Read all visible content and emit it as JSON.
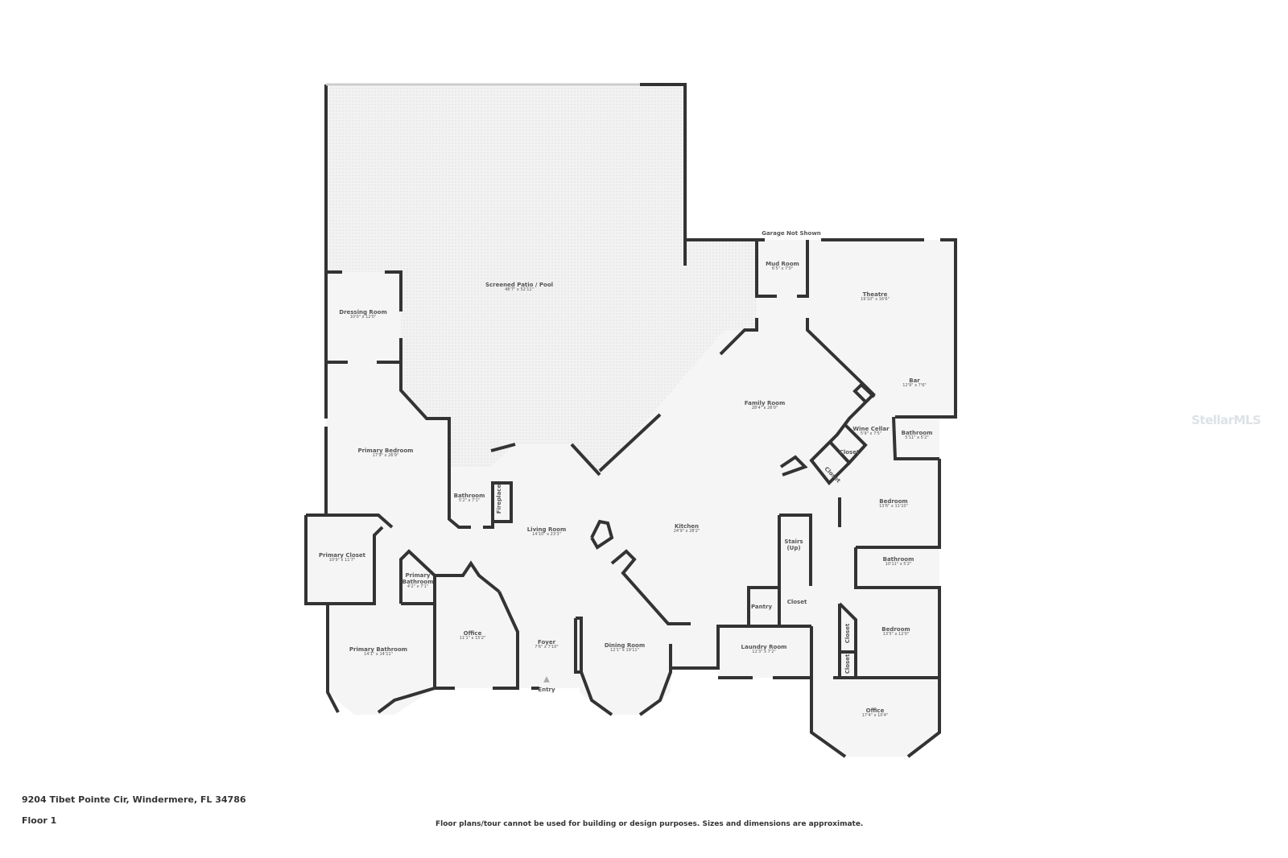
{
  "rooms": [
    {
      "name": "Screened Patio / Pool",
      "dims": "48'7\" x 52'11\""
    },
    {
      "name": "Dressing Room",
      "dims": "10'0\" x 12'0\""
    },
    {
      "name": "Primary Bedroom",
      "dims": "17'9\" x 26'9\""
    },
    {
      "name": "Bathroom",
      "dims": "5'2\" x 7'1\""
    },
    {
      "name": "Living Room",
      "dims": "14'10\" x 23'3\""
    },
    {
      "name": "Kitchen",
      "dims": "24'9\" x 28'2\""
    },
    {
      "name": "Family Room",
      "dims": "28'4\" x 26'0\""
    },
    {
      "name": "Mud Room",
      "dims": "6'5\" x 7'0\""
    },
    {
      "name": "Theatre",
      "dims": "19'10\" x 16'6\""
    },
    {
      "name": "Bar",
      "dims": "12'9\" x 7'6\""
    },
    {
      "name": "Wine Cellar",
      "dims": "5'9\" x 7'5\""
    },
    {
      "name": "Bathroom",
      "dims": "5'11\" x 5'2\""
    },
    {
      "name": "Bedroom",
      "dims": "13'6\" x 11'10\""
    },
    {
      "name": "Bathroom",
      "dims": "10'11\" x 5'2\""
    },
    {
      "name": "Bedroom",
      "dims": "13'5\" x 12'0\""
    },
    {
      "name": "Laundry Room",
      "dims": "12'3\" x 7'2\""
    },
    {
      "name": "Dining Room",
      "dims": "12'1\" x 19'11\""
    },
    {
      "name": "Foyer",
      "dims": "7'6\" x 7'10\""
    },
    {
      "name": "Office",
      "dims": "11'1\" x 15'2\""
    },
    {
      "name": "Primary Bathroom",
      "dims": "14'1\" x 14'11\""
    },
    {
      "name": "Primary Closet",
      "dims": "10'9\" x 11'7\""
    },
    {
      "name": "Primary Bathroom",
      "dims": "4'2\" x 7'1\""
    },
    {
      "name": "Office",
      "dims": "17'4\" x 10'4\""
    }
  ],
  "labels": {
    "fireplace": "Fireplace",
    "closet": "Closet",
    "stairs": "Stairs",
    "stairs_up": "(Up)",
    "pantry": "Pantry",
    "entry": "Entry",
    "garage": "Garage Not Shown"
  },
  "footer": {
    "address": "9204 Tibet Pointe Cir, Windermere, FL 34786",
    "floor": "Floor 1",
    "disclaimer": "Floor plans/tour cannot be used for building or design purposes. Sizes and dimensions are approximate."
  },
  "watermark": "StellarMLS",
  "colors": {
    "wall": "#333333",
    "floor": "#f4f4f4",
    "patio": "#eeeeee"
  }
}
